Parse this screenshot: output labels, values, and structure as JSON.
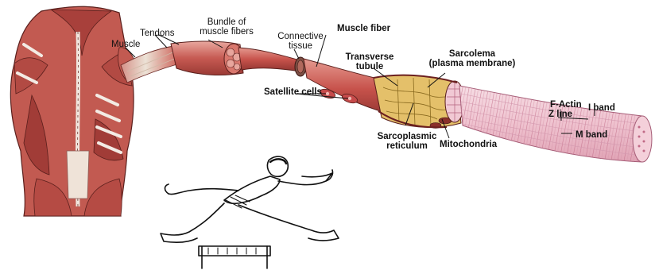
{
  "labels": {
    "muscle": "Muscle",
    "tendons": "Tendons",
    "bundle_of_muscle_fibers": [
      "Bundle of",
      "muscle fibers"
    ],
    "connective_tissue": [
      "Connective",
      "tissue"
    ],
    "muscle_fiber": "Muscle fiber",
    "satellite_cells": "Satellite cells",
    "transverse_tubule": [
      "Transverse",
      "tubule"
    ],
    "sarcolema": [
      "Sarcolema",
      "(plasma membrane)"
    ],
    "sarcoplasmic_reticulum": [
      "Sarcoplasmic",
      "reticulum"
    ],
    "mitochondria": "Mitochondria",
    "f_actin": "F-Actin",
    "z_line": "Z line",
    "i_band": "I band",
    "m_band": "M band"
  },
  "colors": {
    "muscle_red": "#b5453f",
    "muscle_light": "#e7a29a",
    "tendon": "#ece2d6",
    "myofibril_pink": "#f1c9d4",
    "myofibril_lines": "#c06a86",
    "reticulum_yellow": "#e6cf7a",
    "ink": "#111111"
  }
}
